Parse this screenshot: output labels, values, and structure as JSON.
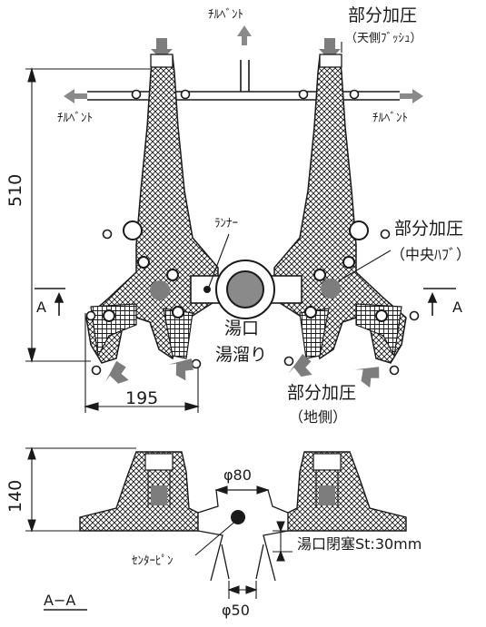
{
  "labels": {
    "chill_vent_top": "ﾁﾙﾍﾞﾝﾄ",
    "chill_vent_left": "ﾁﾙﾍﾞﾝﾄ",
    "chill_vent_right": "ﾁﾙﾍﾞﾝﾄ",
    "partial_pressure_top_title": "部分加圧",
    "partial_pressure_top_sub": "（天側ﾌﾞｯｼｭ）",
    "runner": "ﾗﾝﾅｰ",
    "partial_pressure_hub_title": "部分加圧",
    "partial_pressure_hub_sub": "（中央ﾊﾌﾞ）",
    "section_mark_left": "A",
    "section_mark_right": "A",
    "sprue": "湯口",
    "sprue_well": "湯溜り",
    "partial_pressure_ground_title": "部分加圧",
    "partial_pressure_ground_sub": "（地側）",
    "section_title": "A−A",
    "center_pin": "ｾﾝﾀｰﾋﾟﾝ",
    "sprue_close_stroke": "湯口閉塞St:30mm"
  },
  "dimensions": {
    "height_top": "510",
    "width_bottom": "195",
    "height_section": "140",
    "dia_top": "φ80",
    "dia_bottom": "φ50"
  },
  "colors": {
    "arrow_gray": "#8a8a8a",
    "line": "#1a1a1a",
    "fill_gray": "#7d7d7d",
    "light_gray": "#cfcfcf"
  }
}
